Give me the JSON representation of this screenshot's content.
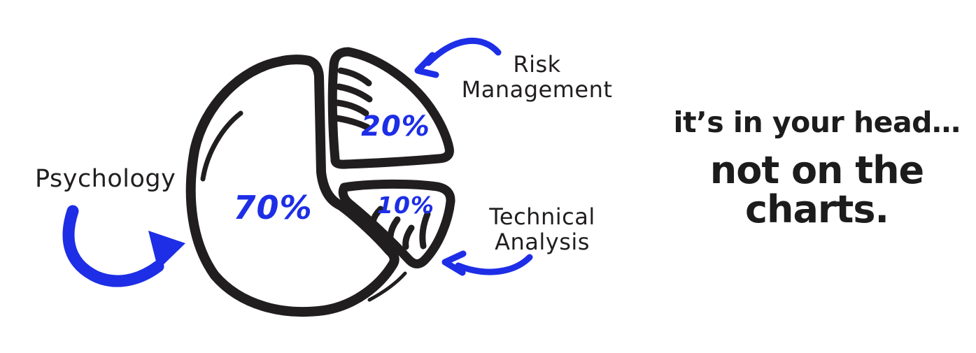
{
  "chart_data": {
    "type": "pie",
    "title": "",
    "categories": [
      "Psychology",
      "Risk Management",
      "Technical Analysis"
    ],
    "values": [
      70,
      20,
      10
    ],
    "unit": "%",
    "style": "hand-drawn exploded doodle pie, white slice fill, thick black ink outlines, hatch-mark shading on small slices, blue handwritten percentage labels, blue callout arrows",
    "legend_position": "callout labels around the chart connected by arrows"
  },
  "doodle": {
    "psychology_label": "Psychology",
    "risk_label_line1": "Risk",
    "risk_label_line2": "Management",
    "technical_label_line1": "Technical",
    "technical_label_line2": "Analysis",
    "pct_psychology": "70%",
    "pct_risk": "20%",
    "pct_technical": "10%"
  },
  "tagline": {
    "line1": "it’s in your head…",
    "line2": "not on the",
    "line3": "charts."
  },
  "colors": {
    "ink": "#211e1f",
    "blue": "#1d2ee6",
    "tagline": "#1d1c1c",
    "bg": "#ffffff"
  }
}
